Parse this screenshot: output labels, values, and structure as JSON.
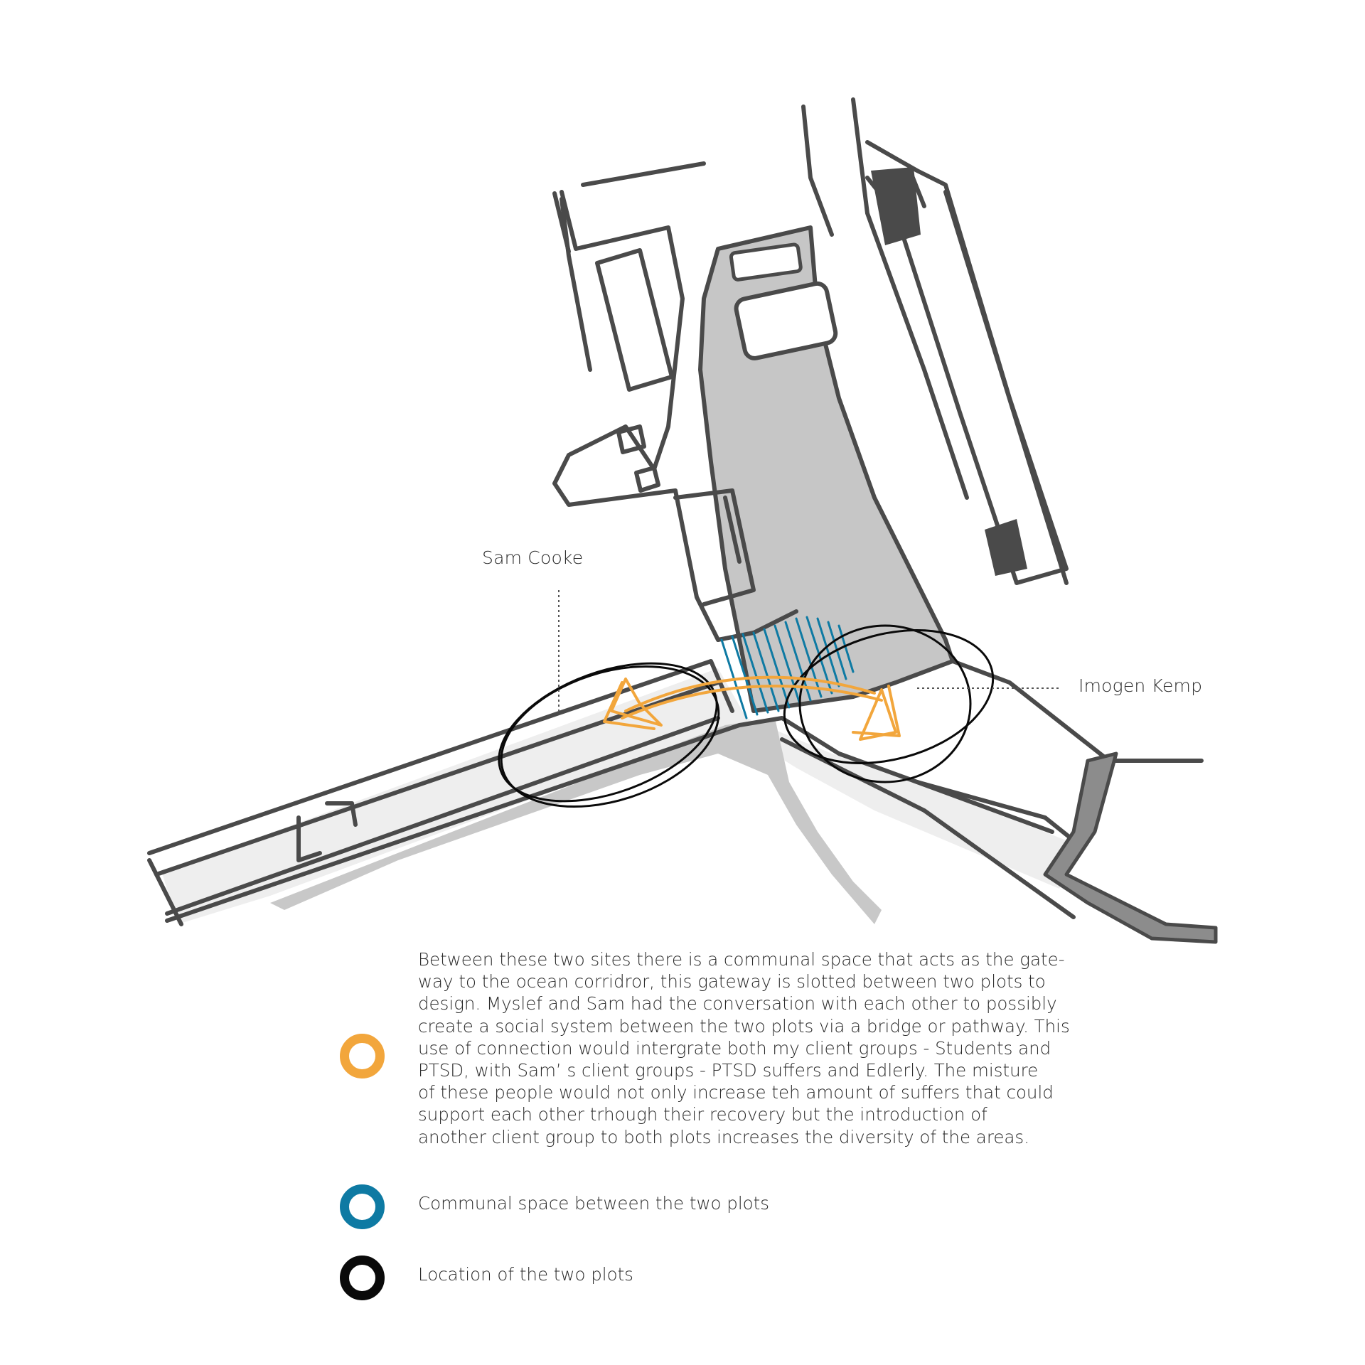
{
  "labels": {
    "left_plot": "Sam Cooke",
    "right_plot": "Imogen Kemp"
  },
  "legend": [
    {
      "color": "#f2a63c",
      "icon": "orange-ring-icon",
      "lines": [
        "Between these two sites there is a communal space that acts as the gate-",
        "way to the ocean corridror, this gateway is slotted between two plots to",
        "design. Myslef and Sam had the conversation with each other to possibly",
        "create a social system between the two plots via a bridge or pathway. This",
        "use of connection would intergrate both my client groups - Students and",
        "PTSD, with Sam’ s client groups - PTSD suffers and Edlerly. The misture",
        "of these people would not only increase teh amount of suffers that could",
        "support each other trhough their recovery but the introduction of",
        "another client group to both plots increases the diversity of the areas."
      ]
    },
    {
      "color": "#0e7aa3",
      "icon": "blue-ring-icon",
      "text": "Communal space between the two plots"
    },
    {
      "color": "#0a0a0a",
      "icon": "black-ring-icon",
      "text": "Location of the two plots"
    }
  ],
  "colors": {
    "outline": "#4a4a4a",
    "road_fill": "#c8c8c8",
    "pavement_fill": "#eeeeee",
    "bridge_orange": "#f2a63c",
    "communal_blue": "#0e7aa3",
    "plot_black": "#0a0a0a"
  }
}
